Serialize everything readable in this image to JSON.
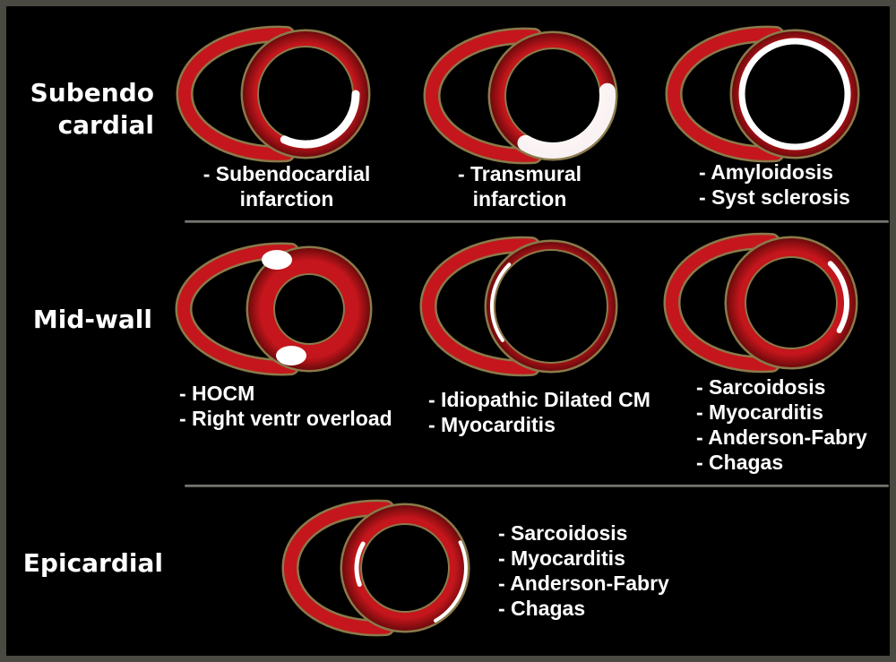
{
  "sections": [
    {
      "label_lines": [
        "Subendo",
        "cardial"
      ],
      "panels": [
        {
          "caption": [
            "- Subendocardial",
            "infarction"
          ]
        },
        {
          "caption": [
            "- Transmural",
            "infarction"
          ]
        },
        {
          "caption": [
            "- Amyloidosis",
            "- Syst sclerosis"
          ]
        }
      ]
    },
    {
      "label_lines": [
        "Mid-wall"
      ],
      "panels": [
        {
          "caption": [
            "- HOCM",
            "- Right ventr overload"
          ]
        },
        {
          "caption": [
            "- Idiopathic Dilated CM",
            "- Myocarditis"
          ]
        },
        {
          "caption": [
            "- Sarcoidosis",
            "- Myocarditis",
            "- Anderson-Fabry",
            "- Chagas"
          ]
        }
      ]
    },
    {
      "label_lines": [
        "Epicardial"
      ],
      "panels": [
        {
          "caption": [
            "- Sarcoidosis",
            "- Myocarditis",
            "- Anderson-Fabry",
            "- Chagas"
          ]
        }
      ]
    }
  ],
  "colors": {
    "myocardium": "#c4161c",
    "myocardium_dark": "#6e0a0c",
    "outline": "#8a7a4a",
    "enhancement": "#ffffff",
    "background": "#000000"
  }
}
